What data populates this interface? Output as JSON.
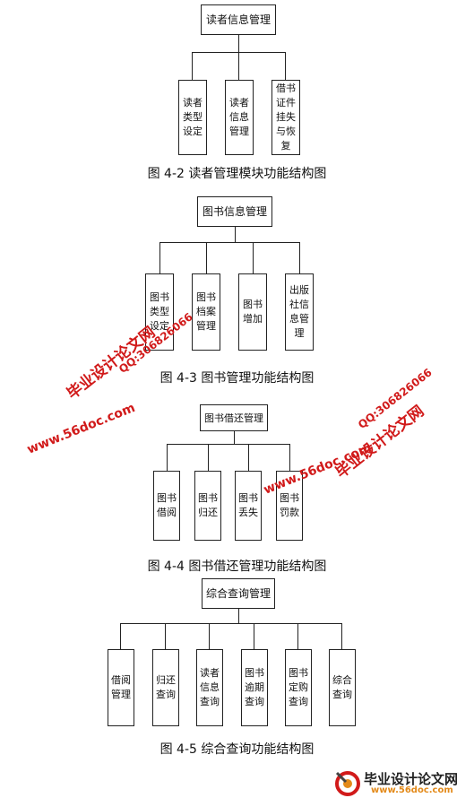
{
  "diagrams": [
    {
      "root": "读者信息管理",
      "children": [
        "读者\n类型\n设定",
        "读者\n信息\n管理",
        "借书\n证件\n挂失\n与恢\n复"
      ],
      "caption": "图 4-2 读者管理模块功能结构图"
    },
    {
      "root": "图书信息管理",
      "children": [
        "图书\n类型\n设定",
        "图书\n档案\n管理",
        "图书\n增加",
        "出版\n社信\n息管\n理"
      ],
      "caption": "图 4-3 图书管理功能结构图"
    },
    {
      "root": "图书借还管理",
      "children": [
        "图书\n借阅",
        "图书\n归还",
        "图书\n丢失",
        "图书\n罚款"
      ],
      "caption": "图 4-4 图书借还管理功能结构图"
    },
    {
      "root": "综合查询管理",
      "children": [
        "借阅\n管理",
        "归还\n查询",
        "读者\n信息\n查询",
        "图书\n逾期\n查询",
        "图书\n定购\n查询",
        "综合\n查询"
      ],
      "caption": "图 4-5 综合查询功能结构图"
    }
  ],
  "watermarks": {
    "brand": "毕业设计论文网",
    "site": "www.56doc.com",
    "qq": "QQ:306826066"
  },
  "footer": {
    "brand": "毕业设计论文网",
    "site": "www.56doc.com"
  },
  "colors": {
    "watermark": "#d11a1a",
    "line": "#222222"
  }
}
